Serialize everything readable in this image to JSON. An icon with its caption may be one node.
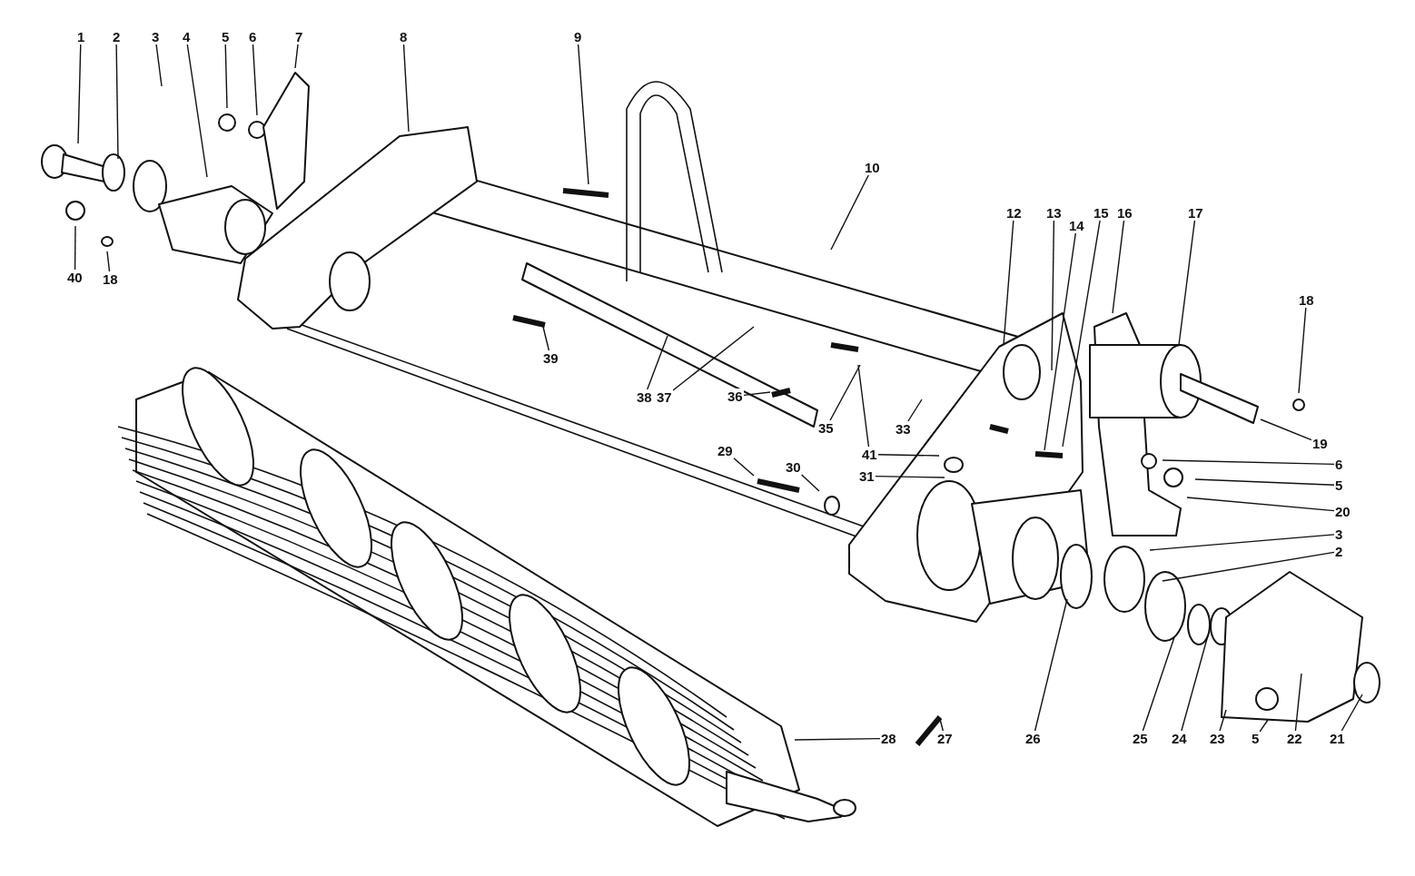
{
  "diagram": {
    "nodes": [
      {
        "text": [
          "1"
        ]
      },
      {
        "text": [
          "2"
        ]
      },
      {
        "text": [
          "3"
        ]
      },
      {
        "text": [
          "4"
        ]
      },
      {
        "text": [
          "5"
        ]
      },
      {
        "text": [
          "6"
        ]
      },
      {
        "text": [
          "7"
        ]
      },
      {
        "text": [
          "8"
        ]
      },
      {
        "text": [
          "9"
        ]
      },
      {
        "text": [
          "10"
        ]
      },
      {
        "text": [
          "12"
        ]
      },
      {
        "text": [
          "13"
        ]
      },
      {
        "text": [
          "15"
        ]
      },
      {
        "text": [
          "16"
        ]
      },
      {
        "text": [
          "17"
        ]
      },
      {
        "text": [
          "14"
        ]
      },
      {
        "text": [
          "40"
        ]
      },
      {
        "text": [
          "18"
        ]
      },
      {
        "text": [
          "18"
        ]
      },
      {
        "text": [
          "39"
        ]
      },
      {
        "text": [
          "38"
        ]
      },
      {
        "text": [
          "37"
        ]
      },
      {
        "text": [
          "36"
        ]
      },
      {
        "text": [
          "35"
        ]
      },
      {
        "text": [
          "33"
        ]
      },
      {
        "text": [
          "19"
        ]
      },
      {
        "text": [
          "29"
        ]
      },
      {
        "text": [
          "41"
        ]
      },
      {
        "text": [
          "30"
        ]
      },
      {
        "text": [
          "31"
        ]
      },
      {
        "text": [
          "6"
        ]
      },
      {
        "text": [
          "5"
        ]
      },
      {
        "text": [
          "20"
        ]
      },
      {
        "text": [
          "3"
        ]
      },
      {
        "text": [
          "2"
        ]
      },
      {
        "text": [
          "28"
        ]
      },
      {
        "text": [
          "27"
        ]
      },
      {
        "text": [
          "26"
        ]
      },
      {
        "text": [
          "25"
        ]
      },
      {
        "text": [
          "24"
        ]
      },
      {
        "text": [
          "23"
        ]
      },
      {
        "text": [
          "5"
        ]
      },
      {
        "text": [
          "22"
        ]
      },
      {
        "text": [
          "21"
        ]
      }
    ],
    "edges": [
      {
        "from": 0,
        "to": null,
        "arrow": "none"
      },
      {
        "from": 1,
        "to": null,
        "arrow": "none"
      },
      {
        "from": 2,
        "to": null,
        "arrow": "none"
      },
      {
        "from": 3,
        "to": null,
        "arrow": "none"
      },
      {
        "from": 4,
        "to": null,
        "arrow": "none"
      },
      {
        "from": 5,
        "to": null,
        "arrow": "none"
      },
      {
        "from": 6,
        "to": null,
        "arrow": "none"
      },
      {
        "from": 7,
        "to": null,
        "arrow": "none"
      },
      {
        "from": 8,
        "to": null,
        "arrow": "none"
      },
      {
        "from": 9,
        "to": null,
        "arrow": "none"
      },
      {
        "from": 10,
        "to": null,
        "arrow": "none"
      },
      {
        "from": 11,
        "to": null,
        "arrow": "none"
      },
      {
        "from": 12,
        "to": null,
        "arrow": "none"
      },
      {
        "from": 13,
        "to": null,
        "arrow": "none"
      },
      {
        "from": 14,
        "to": null,
        "arrow": "none"
      },
      {
        "from": 15,
        "to": null,
        "arrow": "none"
      },
      {
        "from": 16,
        "to": null,
        "arrow": "none"
      },
      {
        "from": 17,
        "to": null,
        "arrow": "none"
      },
      {
        "from": 18,
        "to": null,
        "arrow": "none"
      },
      {
        "from": 19,
        "to": null,
        "arrow": "none"
      },
      {
        "from": 20,
        "to": null,
        "arrow": "none"
      },
      {
        "from": 21,
        "to": null,
        "arrow": "none"
      },
      {
        "from": 22,
        "to": null,
        "arrow": "none"
      },
      {
        "from": 23,
        "to": null,
        "arrow": "none"
      },
      {
        "from": 24,
        "to": null,
        "arrow": "none"
      },
      {
        "from": 25,
        "to": null,
        "arrow": "none"
      },
      {
        "from": 26,
        "to": null,
        "arrow": "none"
      },
      {
        "from": 27,
        "to": null,
        "arrow": "none"
      },
      {
        "from": 27,
        "to": null,
        "arrow": "none"
      },
      {
        "from": 28,
        "to": null,
        "arrow": "none"
      },
      {
        "from": 29,
        "to": null,
        "arrow": "none"
      },
      {
        "from": 30,
        "to": null,
        "arrow": "none"
      },
      {
        "from": 31,
        "to": null,
        "arrow": "none"
      },
      {
        "from": 32,
        "to": null,
        "arrow": "none"
      },
      {
        "from": 33,
        "to": null,
        "arrow": "none"
      },
      {
        "from": 34,
        "to": null,
        "arrow": "none"
      },
      {
        "from": 35,
        "to": null,
        "arrow": "none"
      },
      {
        "from": 36,
        "to": null,
        "arrow": "none"
      },
      {
        "from": 37,
        "to": null,
        "arrow": "none"
      },
      {
        "from": 38,
        "to": null,
        "arrow": "none"
      },
      {
        "from": 39,
        "to": null,
        "arrow": "none"
      },
      {
        "from": 40,
        "to": null,
        "arrow": "none"
      },
      {
        "from": 41,
        "to": null,
        "arrow": "none"
      },
      {
        "from": 42,
        "to": null,
        "arrow": "none"
      },
      {
        "from": 43,
        "to": null,
        "arrow": "none"
      }
    ]
  }
}
